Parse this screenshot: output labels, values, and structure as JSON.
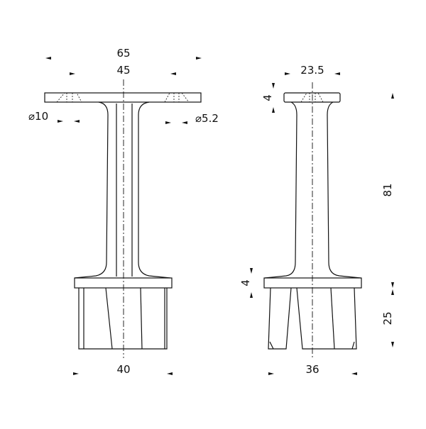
{
  "colors": {
    "line": "#111111",
    "background": "#ffffff"
  },
  "front_view": {
    "dim_overall_width": "65",
    "dim_hole_spacing": "45",
    "dim_counterbore": "⌀10",
    "dim_hole": "⌀5.2",
    "dim_tube_width": "40"
  },
  "side_view": {
    "dim_saddle_width": "23.5",
    "dim_saddle_thickness": "4",
    "dim_height": "81",
    "dim_flange_thickness": "4",
    "dim_tube_depth": "25",
    "dim_tube_width": "36"
  }
}
